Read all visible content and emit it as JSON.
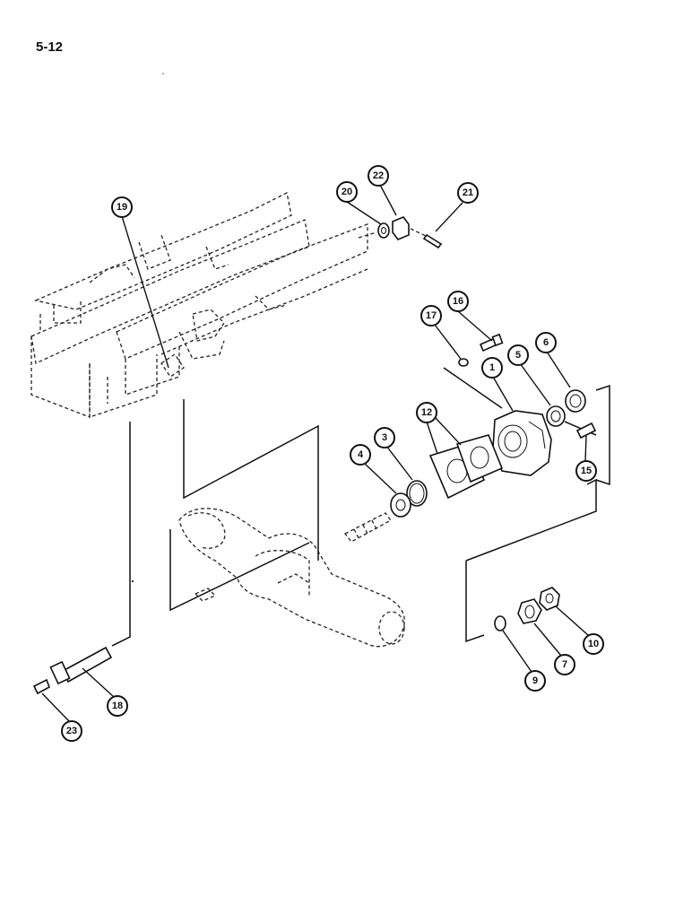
{
  "page": {
    "number": "5-12"
  },
  "callouts": [
    "19",
    "20",
    "22",
    "21",
    "16",
    "17",
    "1",
    "5",
    "6",
    "12",
    "15",
    "4",
    "3",
    "9",
    "7",
    "10",
    "18",
    "23"
  ],
  "colors": {
    "ink": "#111111",
    "paper": "#ffffff"
  }
}
